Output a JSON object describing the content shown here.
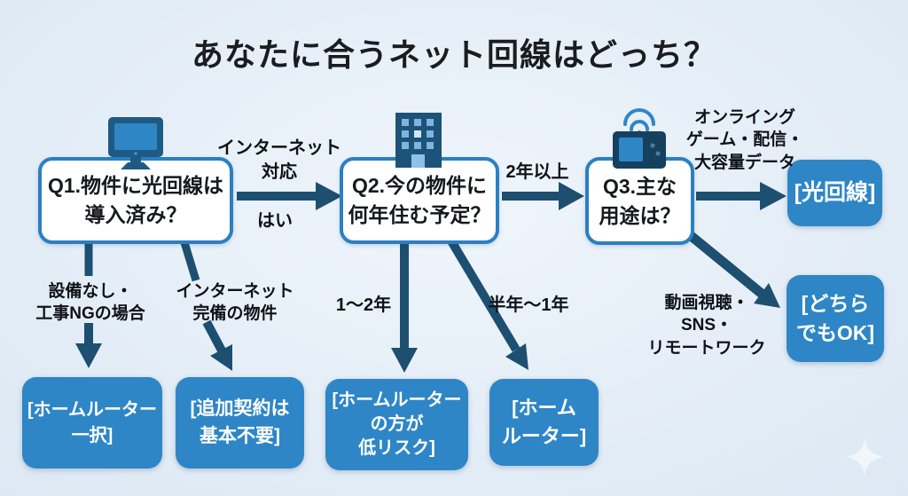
{
  "title": "あなたに合うネット回線はどっち？",
  "colors": {
    "background": "#dfeaf5",
    "question_box_fill": "#ffffff",
    "question_box_border": "#2b7fc2",
    "result_box_fill": "#2e86c6",
    "result_box_text": "#ffffff",
    "arrow": "#1d4f70",
    "label_text": "#0f1217"
  },
  "questions": {
    "q1": {
      "label": "Q1.物件に光回線は\n導入済み？",
      "icon": "monitor-icon"
    },
    "q2": {
      "label": "Q2.今の物件に\n何年住む予定？",
      "icon": "building-icon"
    },
    "q3": {
      "label": "Q3.主な\n用途は？",
      "icon": "wifi-router-icon"
    }
  },
  "edges": {
    "q1_to_q2_top": "インターネット\n対応",
    "q1_to_q2_bottom": "はい",
    "q2_to_q3": "2年以上",
    "q3_to_hikari": "オンライング\nゲーム・配信・\n大容量データ",
    "q1_to_home_router_only": "設備なし・\n工事NGの場合",
    "q1_to_no_extra_contract": "インターネット\n完備の物件",
    "q2_to_lower_risk": "1〜2年",
    "q2_to_home_router": "半年〜1年",
    "q3_to_either": "動画視聴・\nSNS・\nリモートワーク"
  },
  "results": {
    "hikari": "[光回線]",
    "either": "[どちら\nでもOK]",
    "home_router_only": "[ホームルーター\n一択]",
    "no_extra_contract": "[追加契約は\n基本不要]",
    "lower_risk": "[ホームルーター\nの方が\n低リスク]",
    "home_router": "[ホーム\nルーター]"
  },
  "decoration": {
    "sparkle": "sparkle-icon"
  }
}
